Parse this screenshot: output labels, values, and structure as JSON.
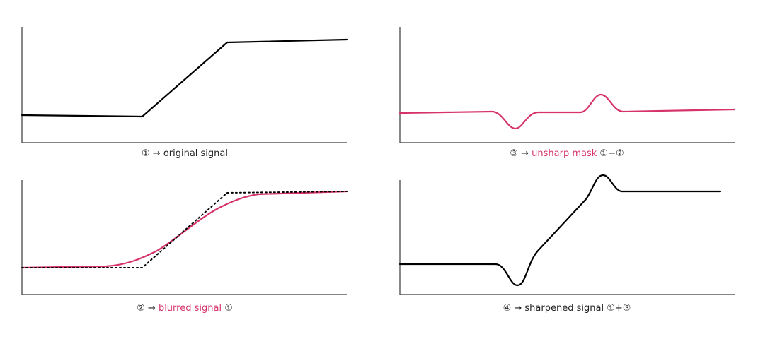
{
  "colors": {
    "black": "#000000",
    "pink": "#d6336c",
    "axis": "#3a3a3a",
    "text": "#222222"
  },
  "panels": [
    {
      "id": "original",
      "caption": {
        "prefix": "① → ",
        "highlight": "",
        "suffix": "original signal"
      }
    },
    {
      "id": "unsharp-mask",
      "caption": {
        "prefix": "③ → ",
        "highlight": "unsharp mask",
        "suffix": " ①−②"
      }
    },
    {
      "id": "blurred",
      "caption": {
        "prefix": "② → ",
        "highlight": "blurred signal",
        "suffix": " ①"
      }
    },
    {
      "id": "sharpened",
      "caption": {
        "prefix": "④ → ",
        "highlight": "",
        "suffix": "sharpened signal ①+③"
      }
    }
  ]
}
